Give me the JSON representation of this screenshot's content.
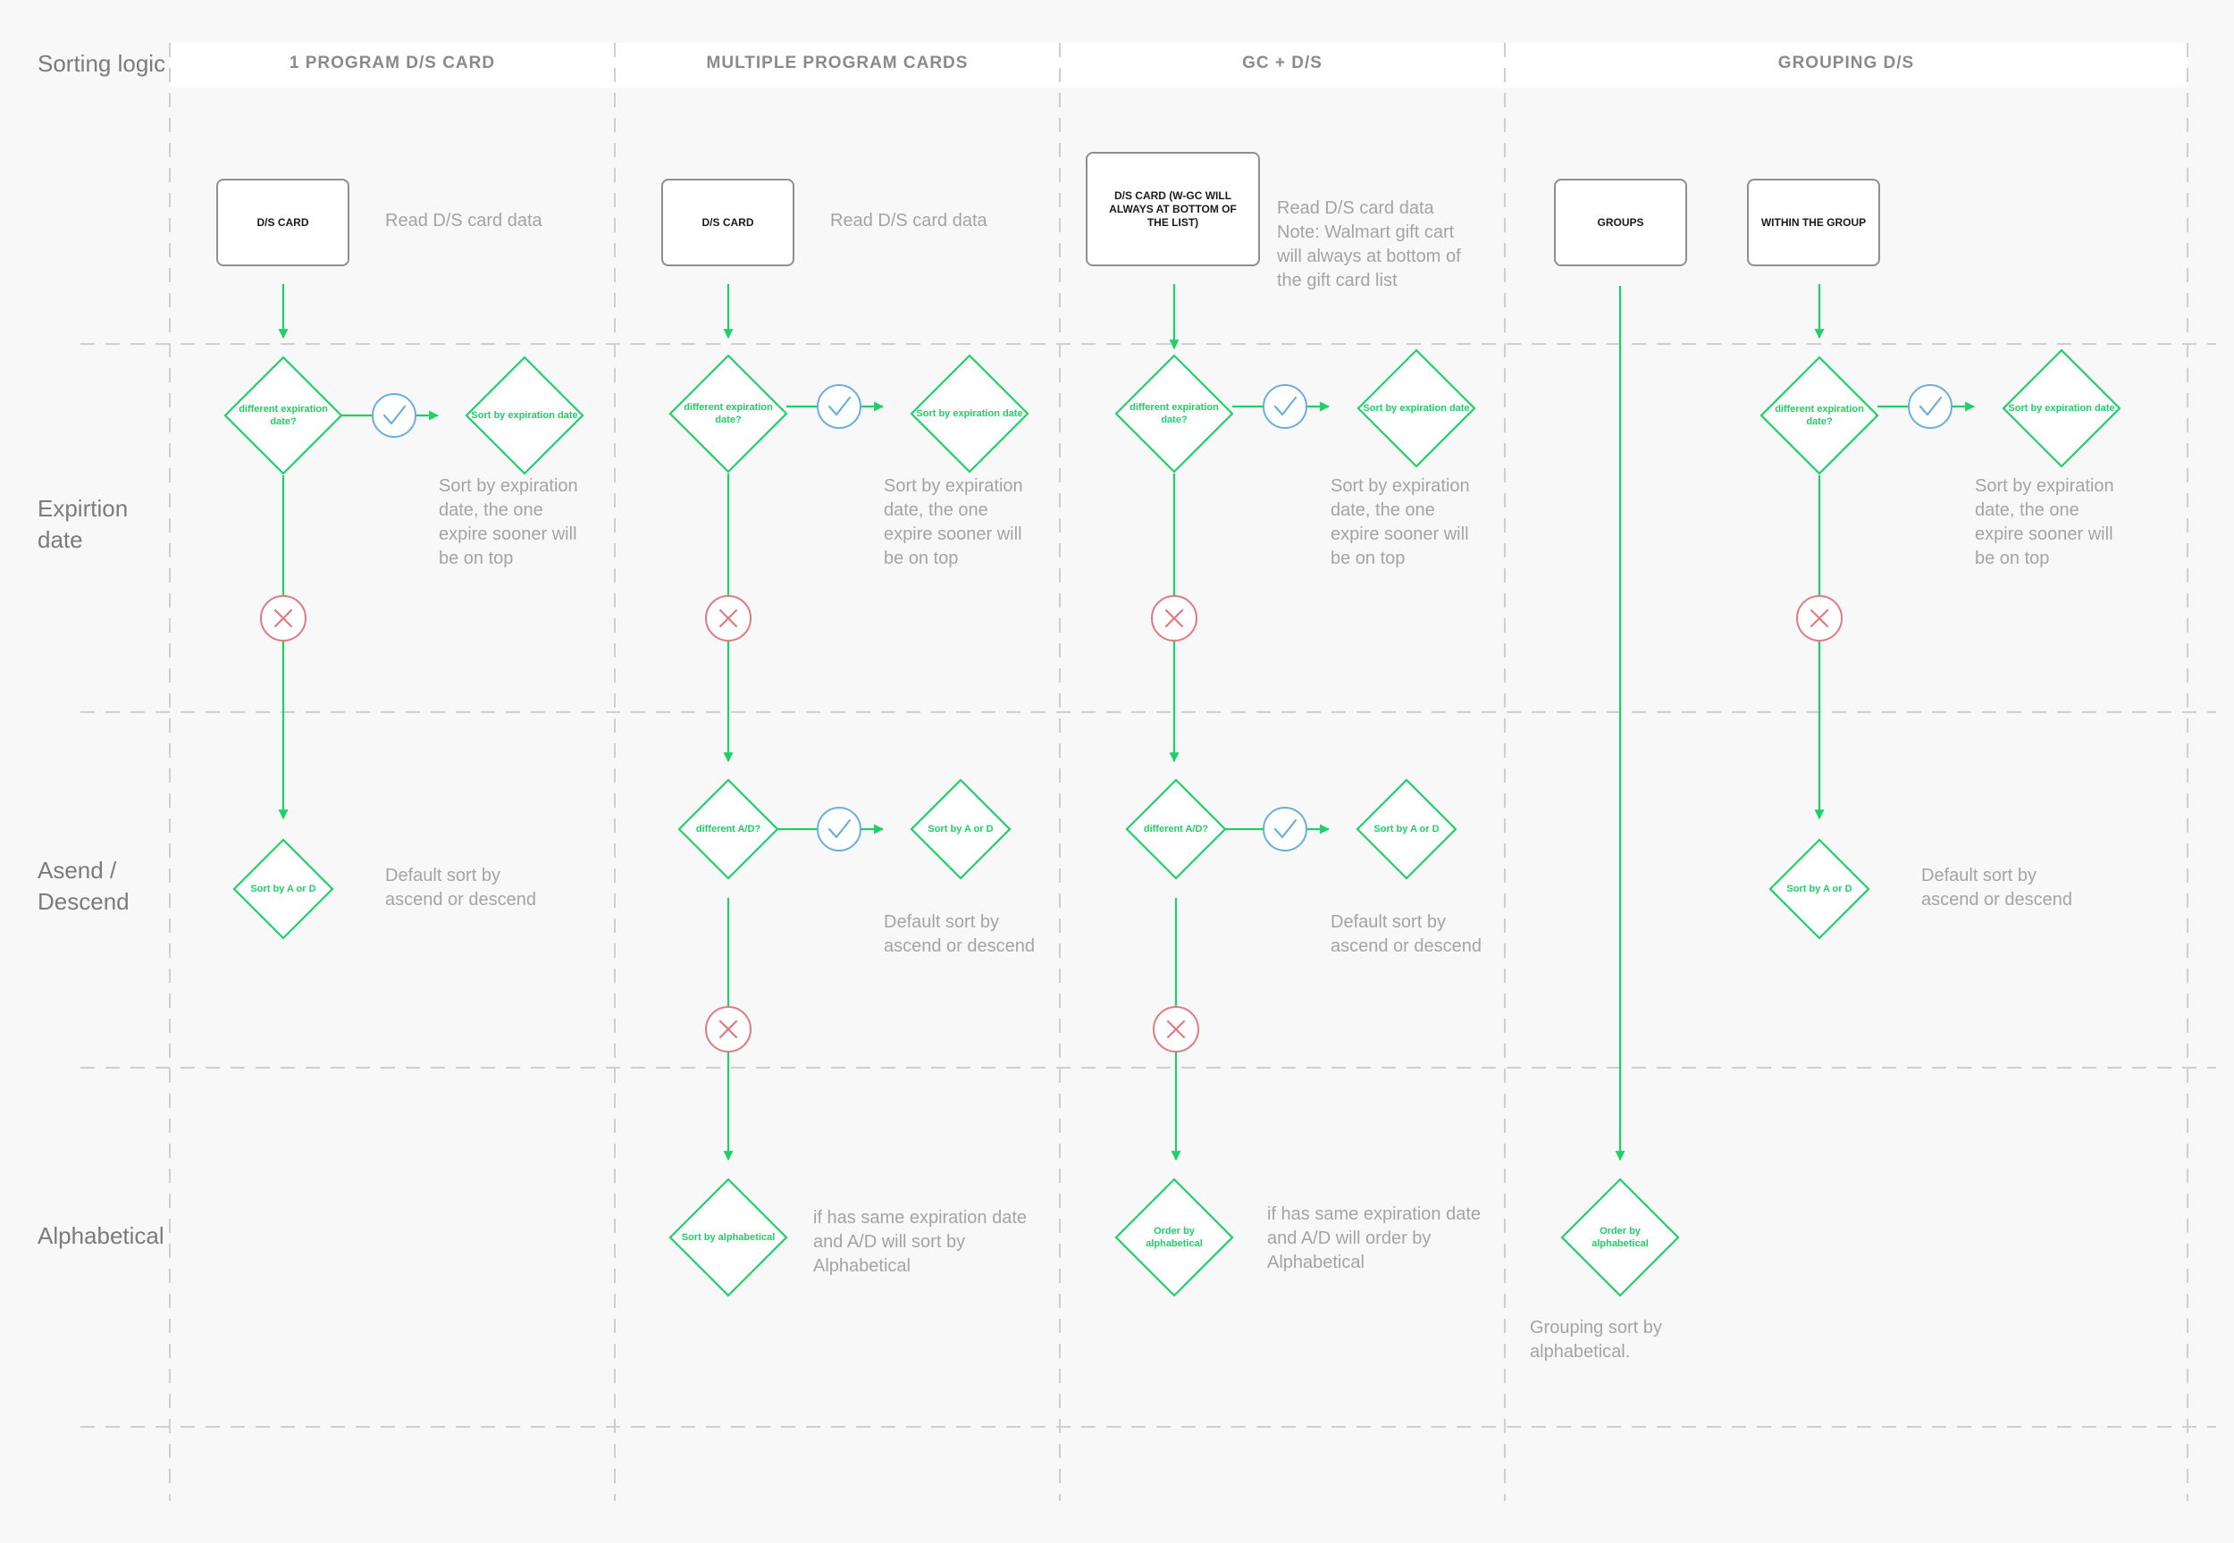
{
  "header": {
    "corner_label": "Sorting logic",
    "columns": [
      "1 PROGRAM D/S CARD",
      "MULTIPLE PROGRAM CARDS",
      "GC + D/S",
      "GROUPING D/S"
    ]
  },
  "rows": {
    "expiration": "Expirtion\ndate",
    "ascend_descend": "Asend /\nDescend",
    "alphabetical": "Alphabetical"
  },
  "boxes": {
    "ds_card_1": "D/S CARD",
    "ds_card_2": "D/S CARD",
    "ds_card_gc": "D/S CARD (W-GC WILL ALWAYS AT BOTTOM OF THE LIST)",
    "groups": "GROUPS",
    "within_group": "WITHIN THE GROUP"
  },
  "decisions": {
    "different_expiration": "different expiration date?",
    "sort_by_expiration": "Sort by expiration date",
    "sort_by_a_or_d": "Sort by A or D",
    "different_ad": "different A/D?",
    "sort_by_alphabetical": "Sort by alphabetical",
    "order_by_alphabetical": "Order by alphabetical"
  },
  "notes": {
    "read_card": "Read D/S card data",
    "read_card_gc": "Read D/S card data\nNote: Walmart gift cart\nwill always at bottom of\nthe gift card list",
    "expire_sooner": "Sort by expiration\ndate, the one\nexpire sooner will\nbe on top",
    "default_sort": "Default sort by\nascend or descend",
    "same_exp_sort": "if has same expiration date\nand A/D will sort by\nAlphabetical",
    "same_exp_order": "if has same expiration date\nand A/D will order by\nAlphabetical",
    "grouping_sort": "Grouping sort by\nalphabetical."
  },
  "colors": {
    "background": "#f8f8f8",
    "flow_green": "#1fd068",
    "yes_blue": "#6aaee0",
    "no_red": "#e07a80",
    "divider": "#cfcfcf",
    "box_border": "#8f8f8f"
  },
  "icons": {
    "yes": "check-icon",
    "no": "cross-icon"
  }
}
